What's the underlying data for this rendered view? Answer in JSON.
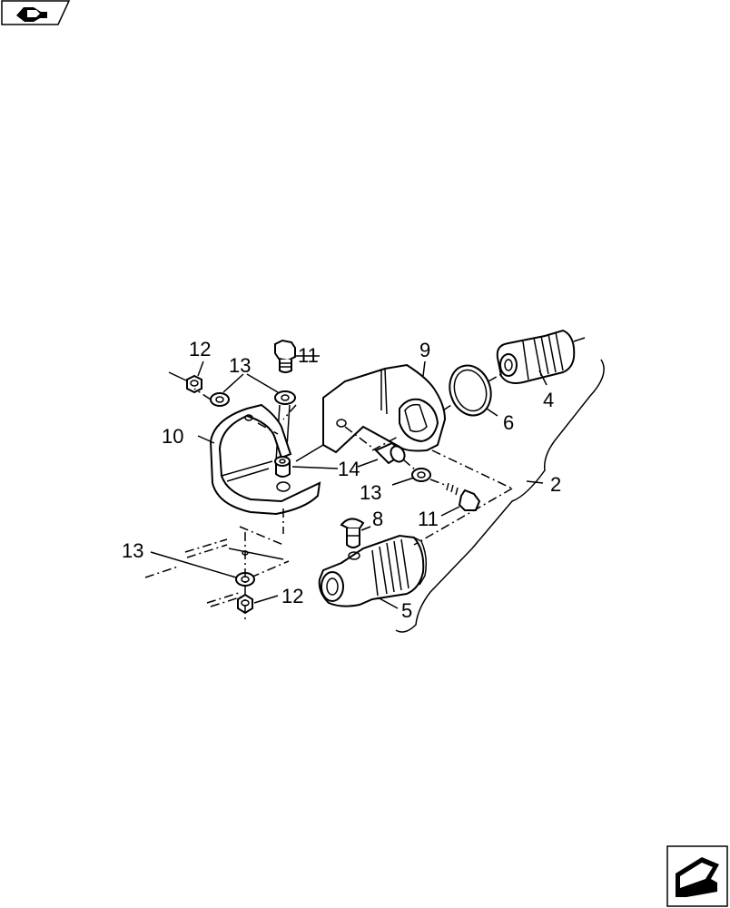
{
  "toolbar": {
    "back_icon": "back-arrow-icon",
    "next_icon": "next-page-arrow-icon"
  },
  "callouts": {
    "c2": "2",
    "c4": "4",
    "c5": "5",
    "c6": "6",
    "c8": "8",
    "c9": "9",
    "c10": "10",
    "c11_top": "11",
    "c11_mid": "11",
    "c12_top": "12",
    "c12_bottom": "12",
    "c13_top": "13",
    "c13_mid": "13",
    "c13_bottom": "13",
    "c14": "14"
  }
}
